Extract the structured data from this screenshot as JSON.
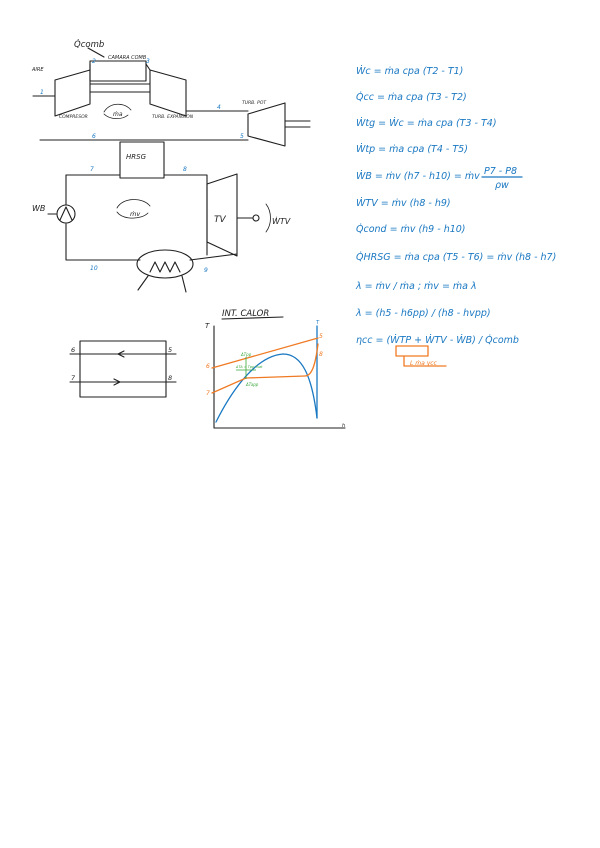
{
  "colors": {
    "ink": "#1f1f1f",
    "blue": "#1a78c2",
    "orange": "#f07a23",
    "green": "#38a63a",
    "paper": "#ffffff"
  },
  "gas_cycle": {
    "q_label": "Q̇comb",
    "chamber_label": "CAMARA COMB",
    "air_label": "AIRE",
    "compressor_label": "COMPRESOR",
    "turbine_label": "TURB. EXPANSION",
    "flow_label": "ṁa",
    "exhaust_label": "TURB. POT",
    "points": {
      "p1": "1",
      "p2": "2",
      "p3": "3",
      "p4": "4",
      "p5": "5",
      "p6": "6"
    }
  },
  "steam_cycle": {
    "hrsg_label": "HRSG",
    "pump_work": "WB",
    "flow_label": "ṁv",
    "turbine_label": "TV",
    "turbine_work": "ẆTV",
    "points": {
      "p7": "7",
      "p8": "8",
      "p9": "9",
      "p10": "10"
    }
  },
  "exchanger": {
    "points": {
      "p6": "6",
      "p5": "5",
      "p7": "7",
      "p8": "8"
    }
  },
  "heat_diagram": {
    "title": "INT. CALOR",
    "y_axis": "T",
    "x_axis": "h",
    "pinch_label": "ΔTpp",
    "approach_label": "ΔTapp",
    "approach_note": "ΔTA = Tpp-Tsat",
    "points": {
      "p5": "5",
      "p6": "6",
      "p7": "7",
      "p8": "8",
      "pT": "T"
    }
  },
  "equations": [
    "Ẇc = ṁa cpa (T2 - T1)",
    "Q̇cc = ṁa cpa  (T3 - T2)",
    "Ẇtg = Ẇc = ṁa cpa (T3 - T4)",
    "Ẇtp = ṁa cpa  (T4 - T5)",
    "ẆB = ṁv (h7 - h10) = ṁv",
    "ẆTV = ṁv (h8 - h9)",
    "Q̇cond = ṁv (h9 - h10)",
    "Q̇HRSG = ṁa cpa (T5 - T6) = ṁv (h8 - h7)",
    "λ = ṁv / ṁa   ;   ṁv = ṁa λ",
    "λ = (h5 - h6pp) / (h8 - hvpp)",
    "ηcc = (ẆTP + ẆTV - ẆB) / Q̇comb"
  ],
  "pump_fraction": {
    "numerator": "P7 - P8",
    "denominator": "ρw"
  },
  "efficiency_note": "L ṁa γcc"
}
